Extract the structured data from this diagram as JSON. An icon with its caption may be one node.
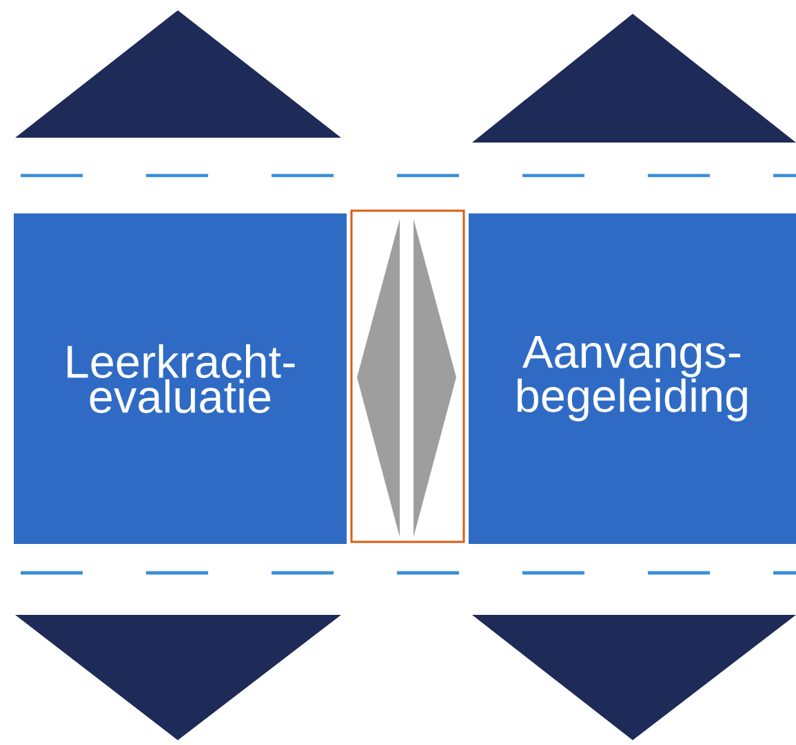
{
  "diagram": {
    "nodes": [
      {
        "text": [],
        "shape": "triangle"
      },
      {
        "text": [],
        "shape": "triangle"
      },
      {
        "text": [
          "Leerkracht- evaluatie"
        ]
      },
      {
        "text": [],
        "shape": "box"
      },
      {
        "text": [
          "Aanvangs- begeleiding"
        ]
      },
      {
        "text": [],
        "shape": "triangle"
      },
      {
        "text": [],
        "shape": "triangle"
      }
    ]
  }
}
